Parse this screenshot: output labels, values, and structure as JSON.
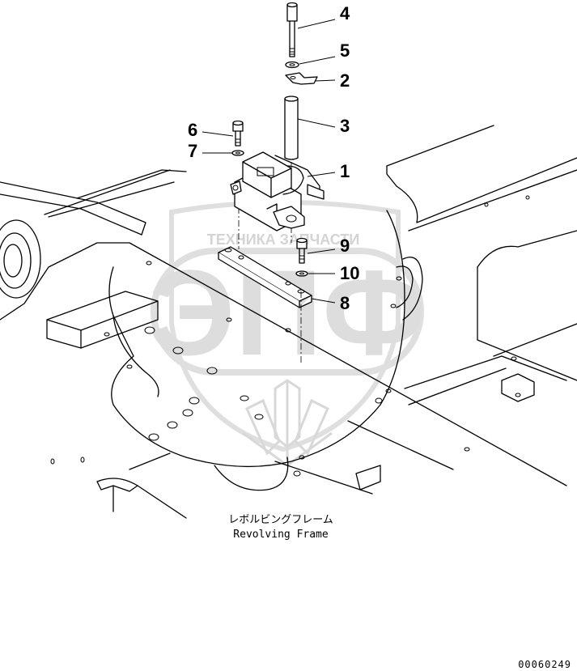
{
  "callouts": [
    {
      "id": "1",
      "label": "1"
    },
    {
      "id": "2",
      "label": "2"
    },
    {
      "id": "3",
      "label": "3"
    },
    {
      "id": "4",
      "label": "4"
    },
    {
      "id": "5",
      "label": "5"
    },
    {
      "id": "6",
      "label": "6"
    },
    {
      "id": "7",
      "label": "7"
    },
    {
      "id": "8",
      "label": "8"
    },
    {
      "id": "9",
      "label": "9"
    },
    {
      "id": "10",
      "label": "10"
    }
  ],
  "caption": {
    "japanese": "レボルビングフレーム",
    "english": "Revolving Frame"
  },
  "document_id": "00060249",
  "watermark": {
    "top_text": "ТЕХНИКА ЗАПЧАСТИ",
    "logo_text": "ЭПФ"
  }
}
